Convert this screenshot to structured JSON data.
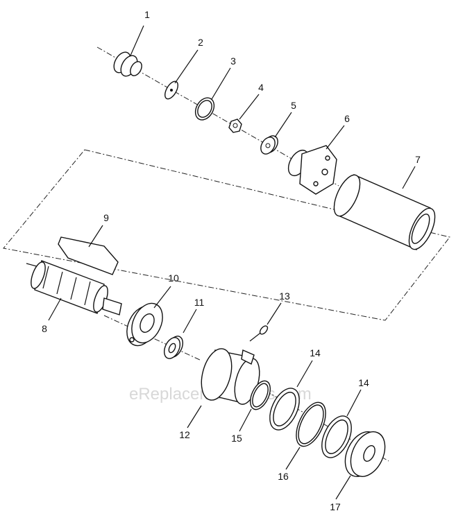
{
  "watermark": "eReplacementParts.com",
  "callouts": [
    {
      "id": "1",
      "label": "1"
    },
    {
      "id": "2",
      "label": "2"
    },
    {
      "id": "3",
      "label": "3"
    },
    {
      "id": "4",
      "label": "4"
    },
    {
      "id": "5",
      "label": "5"
    },
    {
      "id": "6",
      "label": "6"
    },
    {
      "id": "7",
      "label": "7"
    },
    {
      "id": "8",
      "label": "8"
    },
    {
      "id": "9",
      "label": "9"
    },
    {
      "id": "10",
      "label": "10"
    },
    {
      "id": "11",
      "label": "11"
    },
    {
      "id": "12",
      "label": "12"
    },
    {
      "id": "13",
      "label": "13"
    },
    {
      "id": "14a",
      "label": "14"
    },
    {
      "id": "14b",
      "label": "14"
    },
    {
      "id": "15",
      "label": "15"
    },
    {
      "id": "16",
      "label": "16"
    },
    {
      "id": "17",
      "label": "17"
    }
  ]
}
